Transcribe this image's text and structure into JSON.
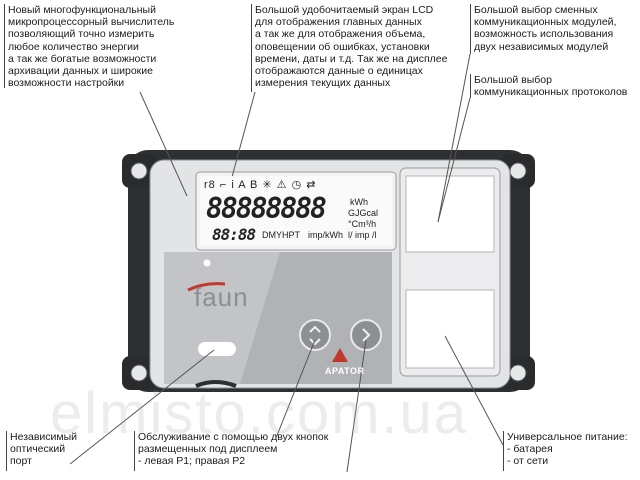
{
  "annotations": {
    "top_left": "Новый многофункциональный\nмикропроцессорный вычислитель\nпозволяющий точно измерить\nлюбое количество энергии\nа так же богатые возможности\nархивации данных и широкие\nвозможности настройки",
    "top_center": "Большой удобочитаемый экран LCD\nдля отображения главных данных\nа так же для отображения объема,\nоповещении об ошибках, установки\nвремени, даты и т.д. Так же на дисплее\nотображаются данные о единицах\nизмерения текущих данных",
    "top_right_1": "Большой выбор сменных\nкоммуникационных модулей,\nвозможность использования\nдвух независимых модулей",
    "top_right_2": "Большой выбор\nкоммуникационных протоколов",
    "bottom_left": "Независимый\nоптический\nпорт",
    "bottom_center": "Обслуживание с помощью двух кнопок\nразмещенных под дисплеем\n- левая P1; правая P2",
    "bottom_right": "Универсальное питание:\n- батарея\n- от сети"
  },
  "lcd": {
    "icons": "r8 ⌐ i A B ✳ ⚠ ◷ ⇄",
    "main_digits": "88888888",
    "units_top": "kWh",
    "units_mid": "GJGcal",
    "units_low": "°Cm³/h",
    "small_digits": "88:88",
    "small_label": "DMYHPT",
    "imp_kwh": "imp/kWh",
    "imp_l": "l/ imp /l"
  },
  "device": {
    "brand": "faun",
    "maker": "APATOR"
  },
  "watermark": "elmisto.com.ua",
  "colors": {
    "housing": "#2e2f31",
    "faceplate": "#d6d8db",
    "brand_panel": "#c3c4c7",
    "accent_red": "#c0392b"
  }
}
